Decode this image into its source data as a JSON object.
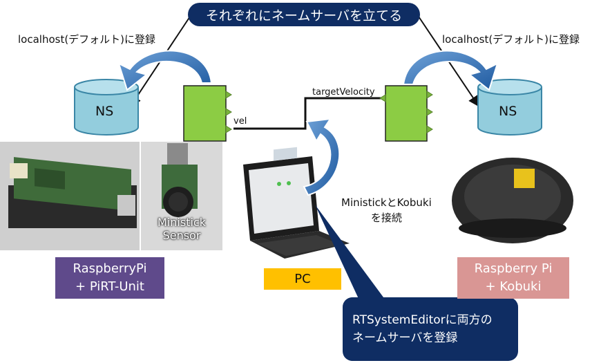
{
  "title": "それぞれにネームサーバを立てる",
  "left_register_label": "localhost(デフォルト)に登録",
  "right_register_label": "localhost(デフォルト)に登録",
  "ns_left_label": "NS",
  "ns_right_label": "NS",
  "port_vel_label": "vel",
  "port_target_label": "targetVelocity",
  "connect_label": {
    "line1": "MinistickとKobuki",
    "line2": "を接続"
  },
  "ministick_sensor_label": {
    "line1": "Ministick",
    "line2": "Sensor"
  },
  "left_device_box": {
    "line1": "RaspberryPi",
    "line2": "+ PiRT-Unit",
    "color": "#5f4a8b"
  },
  "pc_box": {
    "label": "PC",
    "color": "#ffc000"
  },
  "right_device_box": {
    "line1": "Raspberry Pi",
    "line2": "+ Kobuki",
    "color": "#d99694"
  },
  "callout": {
    "line1": "RTSystemEditorに両方の",
    "line2": "ネームサーバを登録",
    "color": "#0f2d63"
  },
  "colors": {
    "ns_fill": "#93cddd",
    "rtc_fill": "#8ccc44",
    "arrow_blue": "#2f6fb3",
    "dark_navy": "#0f2d63"
  }
}
